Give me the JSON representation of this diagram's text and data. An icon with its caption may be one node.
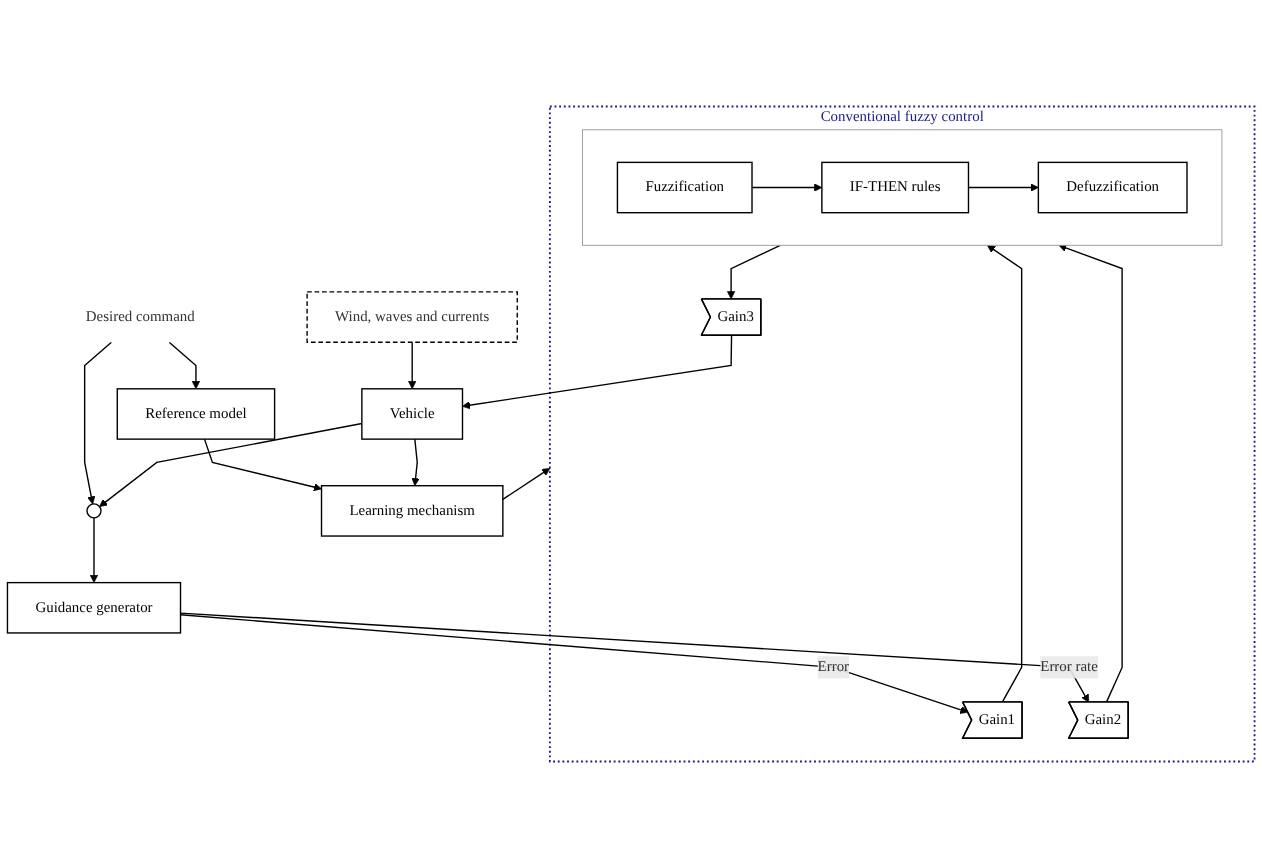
{
  "diagram": {
    "nodes": [
      {
        "text": [
          "Conventional fuzzy control"
        ]
      },
      {
        "text": [
          "Gain1"
        ],
        "in": 0
      },
      {
        "text": [
          "Gain2"
        ],
        "in": 0
      },
      {
        "text": [],
        "shape": "box",
        "in": 0
      },
      {
        "text": [
          "Fuzzification"
        ],
        "in": 3
      },
      {
        "text": [
          "IF-THEN rules"
        ],
        "in": 3
      },
      {
        "text": [
          "Defuzzification"
        ],
        "in": 3
      },
      {
        "text": [
          "Gain3"
        ],
        "in": 0
      },
      {
        "text": [
          "Reference model"
        ]
      },
      {
        "text": [
          "Learning mechanism"
        ]
      },
      {
        "text": [
          "Guidance generator"
        ]
      },
      {
        "text": [
          "Desired command"
        ]
      },
      {
        "text": [],
        "shape": "circle"
      },
      {
        "text": [
          "Vehicle"
        ]
      },
      {
        "text": [
          "Wind, waves and currents"
        ]
      }
    ],
    "edges": [
      {
        "from": 10,
        "to": 1,
        "arrow": "to",
        "label": "Error"
      },
      {
        "from": 10,
        "to": 2,
        "arrow": "to",
        "label": "Error rate"
      },
      {
        "from": 1,
        "to": 3,
        "arrow": "to"
      },
      {
        "from": 2,
        "to": 3,
        "arrow": "to"
      },
      {
        "from": 4,
        "to": 5,
        "arrow": "to"
      },
      {
        "from": 5,
        "to": 6,
        "arrow": "to"
      },
      {
        "from": 3,
        "to": 7,
        "arrow": "to"
      },
      {
        "from": 7,
        "to": 13,
        "arrow": "to"
      },
      {
        "from": 8,
        "to": 9,
        "arrow": "to"
      },
      {
        "from": 9,
        "to": 0,
        "arrow": "to"
      },
      {
        "from": 11,
        "to": 8,
        "arrow": "to"
      },
      {
        "from": 11,
        "to": 12,
        "arrow": "to"
      },
      {
        "from": 13,
        "to": 9,
        "arrow": "to"
      },
      {
        "from": 13,
        "to": 12,
        "arrow": "to"
      },
      {
        "from": 12,
        "to": 10,
        "arrow": "to"
      },
      {
        "from": 14,
        "to": 13,
        "arrow": "to"
      }
    ]
  }
}
